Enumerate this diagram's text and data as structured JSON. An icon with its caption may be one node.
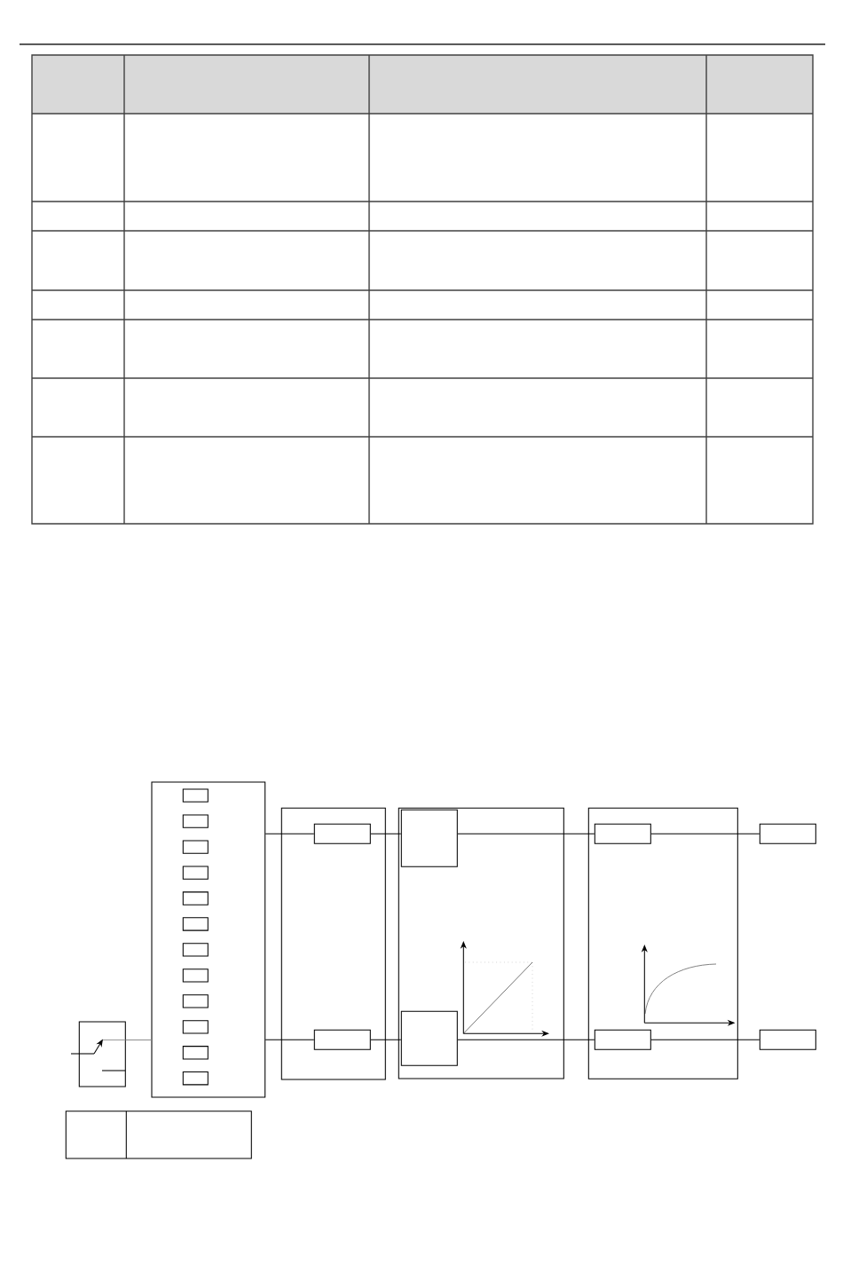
{
  "diagram": {
    "nodes": [
      {
        "text": [],
        "shape": "box"
      },
      {
        "text": [],
        "shape": "box"
      },
      {
        "text": [],
        "shape": "box",
        "in": 1
      },
      {
        "text": [],
        "shape": "box",
        "in": 1
      },
      {
        "text": [],
        "shape": "box",
        "in": 1
      },
      {
        "text": [],
        "shape": "box",
        "in": 1
      },
      {
        "text": [],
        "shape": "box",
        "in": 1
      },
      {
        "text": [],
        "shape": "box",
        "in": 1
      },
      {
        "text": [],
        "shape": "box",
        "in": 1
      },
      {
        "text": [],
        "shape": "box",
        "in": 1
      },
      {
        "text": [],
        "shape": "box",
        "in": 1
      },
      {
        "text": [],
        "shape": "box",
        "in": 1
      },
      {
        "text": [],
        "shape": "box",
        "in": 1
      },
      {
        "text": [],
        "shape": "box",
        "in": 1
      },
      {
        "text": [],
        "shape": "box"
      },
      {
        "text": [],
        "shape": "box",
        "in": 14
      },
      {
        "text": [],
        "shape": "box",
        "in": 14
      },
      {
        "text": [],
        "shape": "box"
      },
      {
        "text": [],
        "shape": "box",
        "in": 17
      },
      {
        "text": [],
        "shape": "box",
        "in": 17
      },
      {
        "text": [],
        "shape": "box"
      },
      {
        "text": [],
        "shape": "box",
        "in": 20
      },
      {
        "text": [],
        "shape": "box",
        "in": 20
      },
      {
        "text": [],
        "shape": "box"
      },
      {
        "text": [],
        "shape": "box"
      },
      {
        "text": [],
        "shape": "box"
      }
    ],
    "edges": [
      {
        "from": 0,
        "to": 1,
        "arrow": "none",
        "color": "#8c8c8c"
      },
      {
        "from": 1,
        "to": 15,
        "arrow": "none"
      },
      {
        "from": 1,
        "to": 16,
        "arrow": "none"
      },
      {
        "from": 15,
        "to": 18,
        "arrow": "none"
      },
      {
        "from": 16,
        "to": 19,
        "arrow": "none"
      },
      {
        "from": 18,
        "to": 21,
        "arrow": "none"
      },
      {
        "from": 19,
        "to": 22,
        "arrow": "none"
      },
      {
        "from": 21,
        "to": 23,
        "arrow": "none"
      },
      {
        "from": 22,
        "to": 24,
        "arrow": "none"
      }
    ]
  }
}
